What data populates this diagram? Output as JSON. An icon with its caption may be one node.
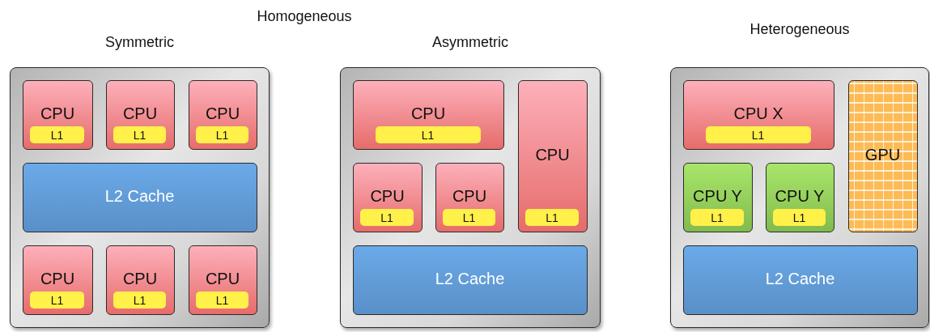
{
  "diagram": {
    "nodes": [
      {
        "text": [
          "Symmetric"
        ]
      },
      {
        "text": [
          "CPU"
        ],
        "in": 0
      },
      {
        "text": [
          "L1"
        ],
        "in": 1
      },
      {
        "text": [
          "CPU"
        ],
        "in": 0
      },
      {
        "text": [
          "L1"
        ],
        "in": 3
      },
      {
        "text": [
          "CPU"
        ],
        "in": 0
      },
      {
        "text": [
          "L1"
        ],
        "in": 5
      },
      {
        "text": [
          "L2 Cache"
        ],
        "in": 0
      },
      {
        "text": [
          "CPU"
        ],
        "in": 0
      },
      {
        "text": [
          "L1"
        ],
        "in": 8
      },
      {
        "text": [
          "CPU"
        ],
        "in": 0
      },
      {
        "text": [
          "L1"
        ],
        "in": 10
      },
      {
        "text": [
          "CPU"
        ],
        "in": 0
      },
      {
        "text": [
          "L1"
        ],
        "in": 12
      },
      {
        "text": [
          "Asymmetric"
        ]
      },
      {
        "text": [
          "CPU"
        ],
        "in": 14
      },
      {
        "text": [
          "L1"
        ],
        "in": 15
      },
      {
        "text": [
          "CPU"
        ],
        "in": 14
      },
      {
        "text": [
          "L1"
        ],
        "in": 17
      },
      {
        "text": [
          "CPU"
        ],
        "in": 14
      },
      {
        "text": [
          "L1"
        ],
        "in": 19
      },
      {
        "text": [
          "CPU"
        ],
        "in": 14
      },
      {
        "text": [
          "L1"
        ],
        "in": 21
      },
      {
        "text": [
          "L2 Cache"
        ],
        "in": 14
      },
      {
        "text": [
          "Heterogeneous"
        ]
      },
      {
        "text": [
          "CPU X"
        ],
        "in": 24
      },
      {
        "text": [
          "L1"
        ],
        "in": 25
      },
      {
        "text": [
          "GPU"
        ],
        "in": 24
      },
      {
        "text": [
          "CPU Y"
        ],
        "in": 24
      },
      {
        "text": [
          "L1"
        ],
        "in": 28
      },
      {
        "text": [
          "CPU Y"
        ],
        "in": 24
      },
      {
        "text": [
          "L1"
        ],
        "in": 30
      },
      {
        "text": [
          "L2 Cache"
        ],
        "in": 24
      }
    ],
    "labels": [
      "Homogeneous"
    ]
  }
}
